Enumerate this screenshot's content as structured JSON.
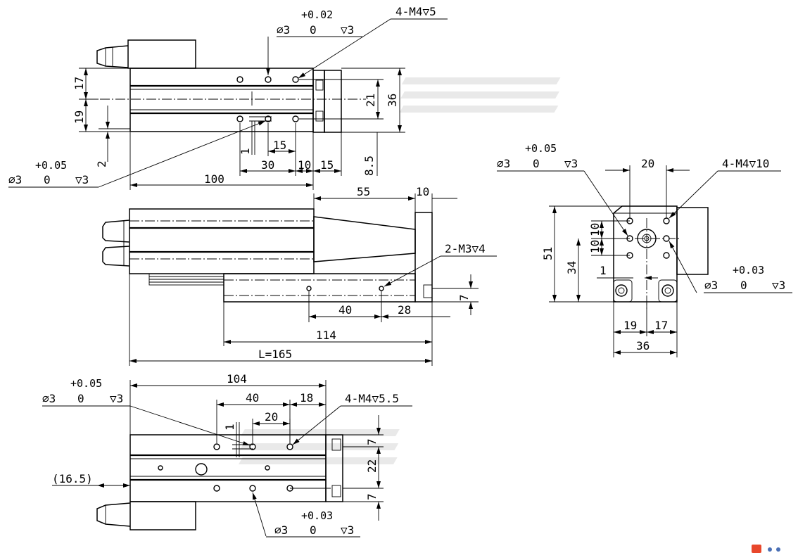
{
  "views": {
    "top": {
      "tol_a_upper": "+0.02",
      "tol_a_lower": "0",
      "tol_a_prefix": "∅3",
      "tol_a_depth": "▽3",
      "tap_note": "4-M4▽5",
      "dim_17": "17",
      "dim_19": "19",
      "dim_2": "2",
      "dim_21": "21",
      "dim_36": "36",
      "dim_1": "1",
      "dim_15a": "15",
      "dim_30": "30",
      "dim_10": "10",
      "dim_15b": "15",
      "dim_85": "8.5",
      "dim_100": "100",
      "tol_b_upper": "+0.05",
      "tol_b_prefix": "∅3",
      "tol_b_lower": "0",
      "tol_b_depth": "▽3"
    },
    "side": {
      "dim_55": "55",
      "dim_10": "10",
      "tap_note": "2-M3▽4",
      "dim_7": "7",
      "dim_40": "40",
      "dim_28": "28",
      "dim_114": "114",
      "dim_L": "L=165"
    },
    "end": {
      "tol_upper": "+0.05",
      "tol_prefix": "∅3",
      "tol_lower": "0",
      "tol_depth": "▽3",
      "dim_20": "20",
      "tap_note": "4-M4▽10",
      "dim_10a": "10",
      "dim_10b": "10",
      "dim_51": "51",
      "dim_34": "34",
      "dim_1": "1",
      "tol2_upper": "+0.03",
      "tol2_prefix": "∅3",
      "tol2_lower": "0",
      "tol2_depth": "▽3",
      "dim_19": "19",
      "dim_17": "17",
      "dim_36": "36"
    },
    "bottom": {
      "tol_upper": "+0.05",
      "tol_prefix": "∅3",
      "tol_lower": "0",
      "tol_depth": "▽3",
      "dim_104": "104",
      "dim_40": "40",
      "dim_18": "18",
      "tap_note": "4-M4▽5.5",
      "dim_1": "1",
      "dim_20": "20",
      "dim_7a": "7",
      "dim_22": "22",
      "dim_7b": "7",
      "dim_165": "(16.5)",
      "tol2_upper": "+0.03",
      "tol2_prefix": "∅3",
      "tol2_lower": "0",
      "tol2_depth": "▽3"
    }
  },
  "colors": {
    "line": "#000000",
    "background": "#ffffff",
    "watermark": "#e9e9e9",
    "badge": "#e8472b"
  }
}
